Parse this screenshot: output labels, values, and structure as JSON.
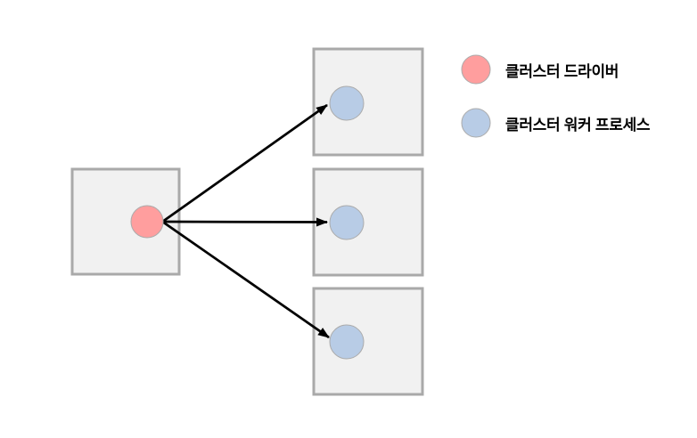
{
  "legend": {
    "driver": {
      "label": "클러스터 드라이버",
      "fill": "#FF9E9E"
    },
    "worker": {
      "label": "클러스터 워커 프로세스",
      "fill": "#B8CCE6"
    }
  },
  "colors": {
    "background": "#FFFFFF",
    "box_fill": "#F1F1F1",
    "box_border": "#A9A9A9",
    "circle_border": "#ABABAB",
    "arrow": "#000000",
    "label_text": "#000000"
  },
  "diagram": {
    "driver_nodes": 1,
    "worker_nodes": 3,
    "edges": [
      {
        "from": "cluster-driver",
        "to": "worker-1"
      },
      {
        "from": "cluster-driver",
        "to": "worker-2"
      },
      {
        "from": "cluster-driver",
        "to": "worker-3"
      }
    ]
  }
}
